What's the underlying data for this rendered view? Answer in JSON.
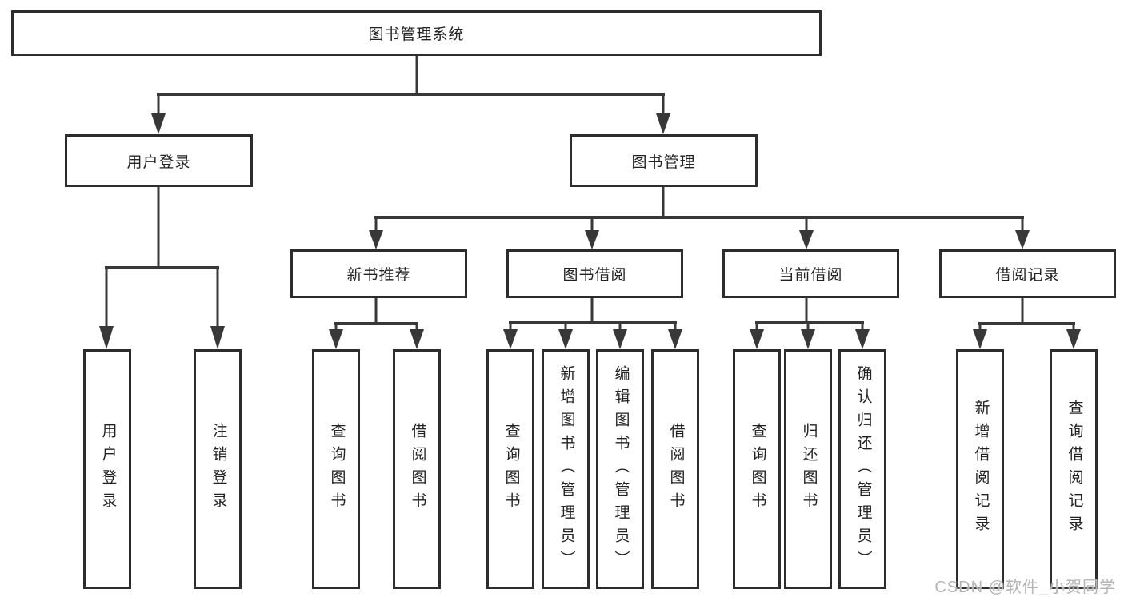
{
  "colors": {
    "background": "#ffffff",
    "line": "#383838",
    "box_border": "#2d2d2d",
    "text": "#222222",
    "watermark": "#b4b4b4"
  },
  "tree": {
    "root": {
      "label": "图书管理系统"
    },
    "branches": [
      {
        "label": "用户登录",
        "children": [
          "用户登录",
          "注销登录"
        ]
      },
      {
        "label": "图书管理",
        "sections": [
          {
            "label": "新书推荐",
            "children": [
              "查询图书",
              "借阅图书"
            ]
          },
          {
            "label": "图书借阅",
            "children": [
              "查询图书",
              "新增图书（管理员）",
              "编辑图书（管理员）",
              "借阅图书"
            ]
          },
          {
            "label": "当前借阅",
            "children": [
              "查询图书",
              "归还图书",
              "确认归还（管理员）"
            ]
          },
          {
            "label": "借阅记录",
            "children": [
              "新增借阅记录",
              "查询借阅记录"
            ]
          }
        ]
      }
    ]
  },
  "watermark": {
    "text": "CSDN @软件_小贺同学"
  }
}
